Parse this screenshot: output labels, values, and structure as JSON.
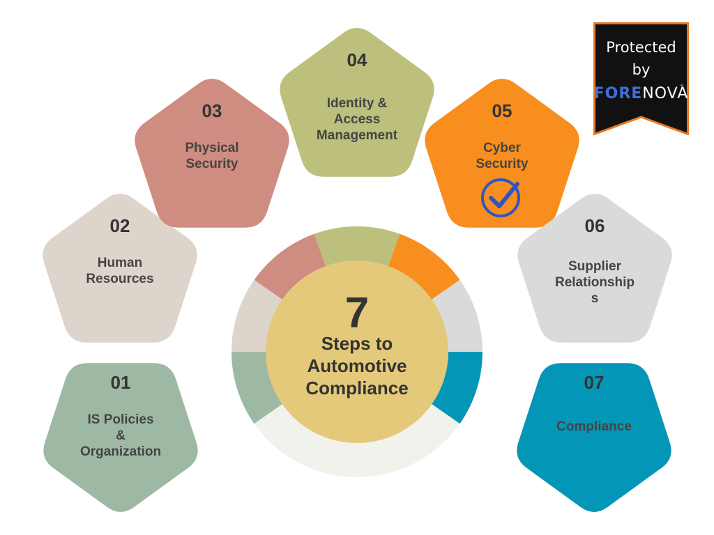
{
  "title": {
    "number": "7",
    "line1": "Steps to",
    "line2": "Automotive",
    "line3": "Compliance"
  },
  "steps": [
    {
      "number": "01",
      "label_lines": [
        "IS Policies",
        "&",
        "Organization"
      ],
      "color": "#9eb9a3"
    },
    {
      "number": "02",
      "label_lines": [
        "Human",
        "Resources"
      ],
      "color": "#ddd4cc"
    },
    {
      "number": "03",
      "label_lines": [
        "Physical",
        "Security"
      ],
      "color": "#cf8c80"
    },
    {
      "number": "04",
      "label_lines": [
        "Identity &",
        "Access",
        "Management"
      ],
      "color": "#bcc07c"
    },
    {
      "number": "05",
      "label_lines": [
        "Cyber",
        "Security"
      ],
      "color": "#f78e1e",
      "check_icon": "check-circle-icon"
    },
    {
      "number": "06",
      "label_lines": [
        "Supplier",
        "Relationship",
        "s"
      ],
      "color": "#dadada"
    },
    {
      "number": "07",
      "label_lines": [
        "Compliance"
      ],
      "color": "#0496b6"
    }
  ],
  "center_color": "#e4c97a",
  "ring_bottom_color": "#f1f2eb",
  "badge": {
    "line1": "Protected",
    "line2": "by",
    "logo_part1": "FORE",
    "logo_part2": "NOVA",
    "background": "#111111",
    "border": "#e87722"
  }
}
